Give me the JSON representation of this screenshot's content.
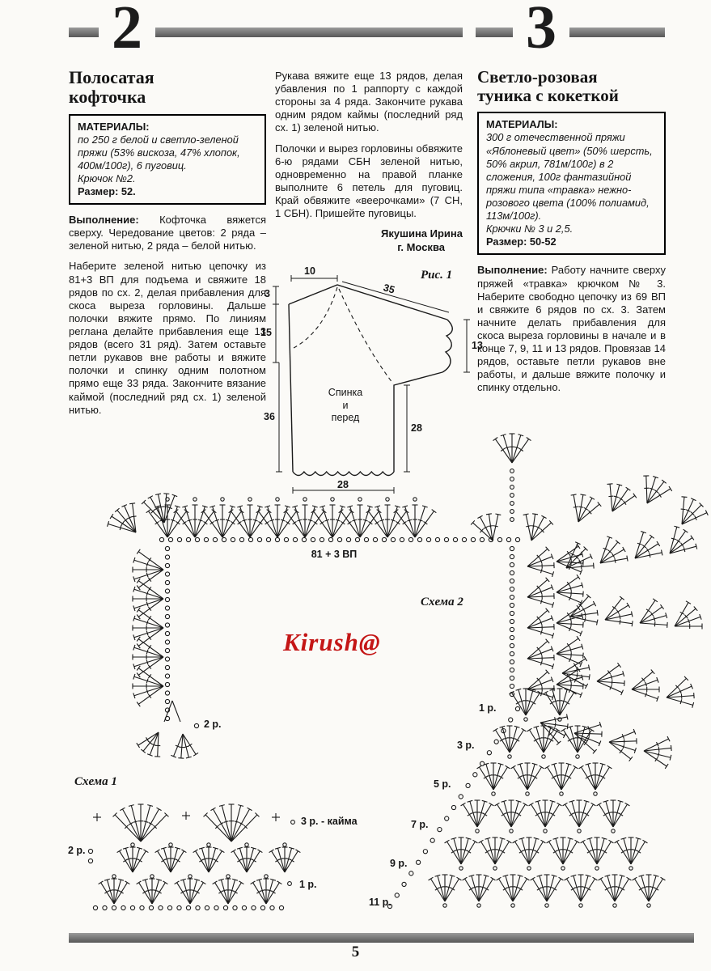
{
  "articles": [
    {
      "number": "2",
      "title": "Полосатая\nкофточка",
      "materials_label": "МАТЕРИАЛЫ:",
      "materials": "по 250 г белой и светло-зеленой пряжи (53% вискоза, 47% хлопок, 400м/100г), 6 пуговиц.",
      "hook": "Крючок №2.",
      "size": "Размер: 52.",
      "paragraphs": [
        {
          "lead": "Выполнение:",
          "text": "Кофточка вяжется сверху. Чередование цветов: 2 ряда – зеленой нитью, 2 ряда – белой нитью."
        },
        {
          "lead": "",
          "text": "Наберите зеленой нитью цепочку из 81+3 ВП для подъема и свяжите 18 рядов по сх. 2, делая прибавления для скоса выреза горловины. Дальше полочки вяжите прямо. По линиям реглана делайте прибавления еще 13 рядов (всего 31 ряд). Затем оставьте петли рукавов вне работы и вяжите полочки и спинку одним полотном прямо еще 33 ряда. Закончите вязание каймой (последний ряд сх. 1) зеленой нитью."
        },
        {
          "lead": "",
          "text": "Рукава вяжите еще 13 рядов, делая убавления по 1 раппорту с каждой стороны за 4 ряда. Закончите рукава одним рядом каймы (последний ряд сх. 1) зеленой нитью."
        },
        {
          "lead": "",
          "text": "Полочки и вырез горловины обвяжите 6-ю рядами СБН зеленой нитью, одновременно на правой планке выполните 6 петель для пуговиц. Край обвяжите «веерочками» (7 СН, 1 СБН). Пришейте пуговицы."
        }
      ],
      "author": {
        "name": "Якушина Ирина",
        "city": "г. Москва"
      },
      "figure": {
        "caption": "Рис. 1",
        "label": "Спинка\nи\nперед",
        "measurements": {
          "top": "10",
          "sleeve_slant": "35",
          "neck": "3",
          "yoke": "15",
          "body": "36",
          "sleeve_width": "13",
          "inner": "28",
          "bottom": "28"
        }
      }
    },
    {
      "number": "3",
      "title": "Светло-розовая\nтуника с кокеткой",
      "materials_label": "МАТЕРИАЛЫ:",
      "materials": "300 г отечественной пряжи «Яблоневый цвет» (50% шерсть, 50% акрил, 781м/100г) в 2 сложения, 100г фантазийной пряжи типа «травка» нежно-розового цвета (100% полиамид, 113м/100г).",
      "hook": "Крючки № 3 и 2,5.",
      "size": "Размер: 50-52",
      "paragraphs": [
        {
          "lead": "Выполнение:",
          "text": "Работу начните сверху пряжей «травка» крючком № 3. Наберите свободно цепочку из 69 ВП и свяжите 6 рядов по сх. 3. Затем начните делать прибавления для скоса выреза горловины в начале и в конце 7, 9, 11 и 13 рядов. Провязав 14 рядов, оставьте петли рукавов вне работы, и дальше вяжите полочку и спинку отдельно."
        }
      ]
    }
  ],
  "charts": {
    "watermark": "Kirush@",
    "schema2": {
      "name": "Схема 2",
      "chain": "81 + 3 ВП",
      "row_label": "2 р."
    },
    "schema1": {
      "name": "Схема 1",
      "row1": "1 р.",
      "row2": "2 р.",
      "row3": "3 р. - кайма"
    },
    "yoke_rows": [
      "1 р.",
      "3 р.",
      "5 р.",
      "7 р.",
      "9 р.",
      "11 р."
    ]
  },
  "footer": {
    "page_number": "5"
  }
}
